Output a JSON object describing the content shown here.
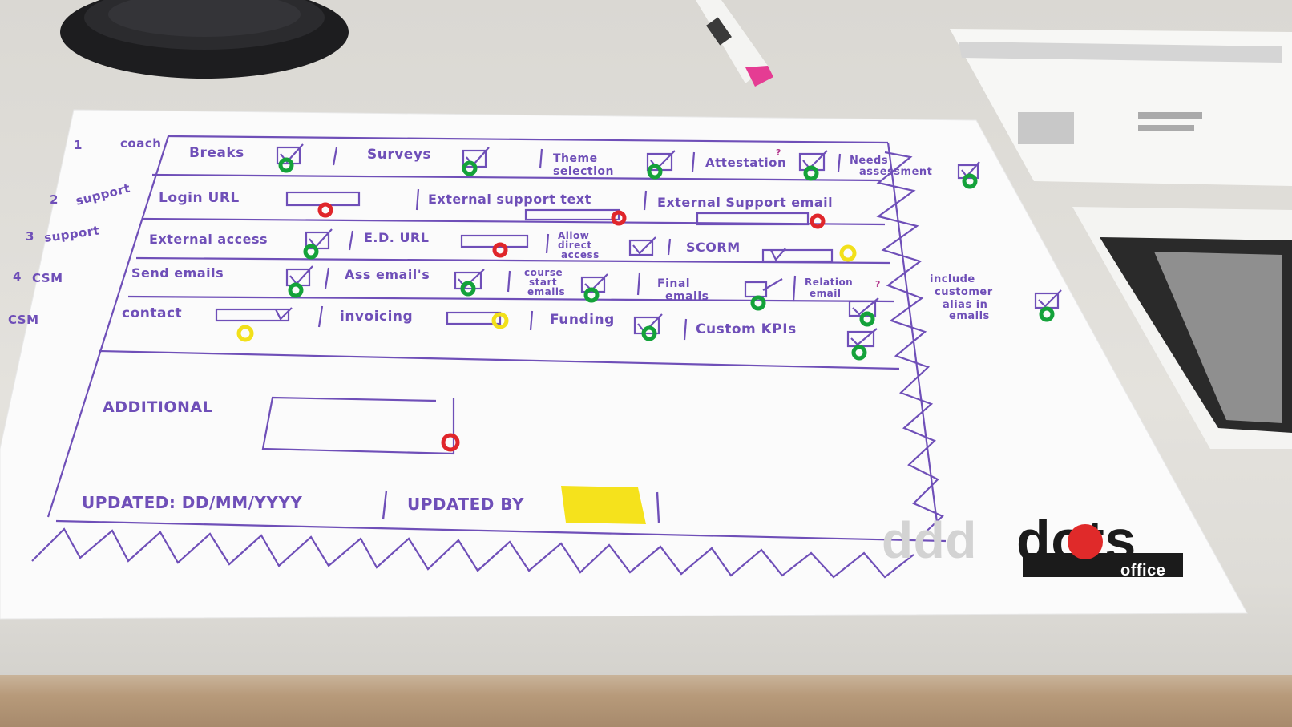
{
  "colors": {
    "ink": "#6f4fb8",
    "dot_green": "#14a23a",
    "dot_red": "#e0262b",
    "dot_yellow": "#f2e01a",
    "sticky": "#f5e21c",
    "logo_red": "#e02a2a"
  },
  "rows": [
    {
      "num": "1",
      "role": "coach"
    },
    {
      "num": "2",
      "role": "support"
    },
    {
      "num": "3",
      "role": "support"
    },
    {
      "num": "4",
      "role": "CSM"
    },
    {
      "num": "",
      "role": "CSM"
    }
  ],
  "fields": {
    "breaks": "Breaks",
    "surveys": "Surveys",
    "theme_selection_1": "Theme",
    "theme_selection_2": "selection",
    "attestation": "Attestation",
    "needs_assessment_1": "Needs",
    "needs_assessment_2": "assessment",
    "login_url": "Login URL",
    "external_support_text": "External support text",
    "external_support_email": "External Support email",
    "external_access": "External access",
    "ed_url": "E.D. URL",
    "allow_direct_access_1": "Allow",
    "allow_direct_access_2": "direct",
    "allow_direct_access_3": "access",
    "scorm": "SCORM",
    "send_emails": "Send emails",
    "ass_emails": "Ass email's",
    "course_start_emails_1": "course",
    "course_start_emails_2": "start",
    "course_start_emails_3": "emails",
    "final_emails_1": "Final",
    "final_emails_2": "emails",
    "relation_email_1": "Relation",
    "relation_email_2": "email",
    "contact": "contact",
    "invoicing": "invoicing",
    "funding": "Funding",
    "custom_kpis": "Custom KPIs",
    "include_1": "include",
    "include_2": "customer",
    "include_3": "alias in",
    "include_4": "emails"
  },
  "additional_label": "ADDITIONAL",
  "updated_label": "UPDATED: DD/MM/YYYY",
  "updated_by_label": "UPDATED BY",
  "question_mark": "?",
  "logo": {
    "brand": "dots",
    "sub": "office"
  }
}
